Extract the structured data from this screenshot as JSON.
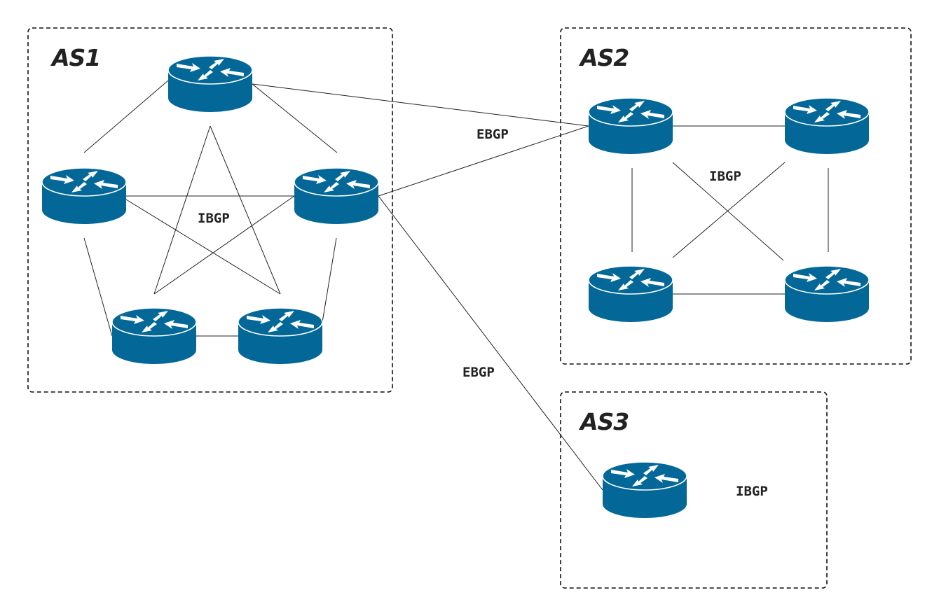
{
  "colors": {
    "router": "#036897",
    "line": "#222222",
    "box": "#111111"
  },
  "icons": {
    "router": "router-icon"
  },
  "autonomous_systems": [
    {
      "id": "as1",
      "title": "AS1",
      "internal_protocol": "IBGP"
    },
    {
      "id": "as2",
      "title": "AS2",
      "internal_protocol": "IBGP"
    },
    {
      "id": "as3",
      "title": "AS3",
      "internal_protocol": "IBGP"
    }
  ],
  "external_links": [
    {
      "label": "EBGP"
    },
    {
      "label": "EBGP"
    }
  ]
}
